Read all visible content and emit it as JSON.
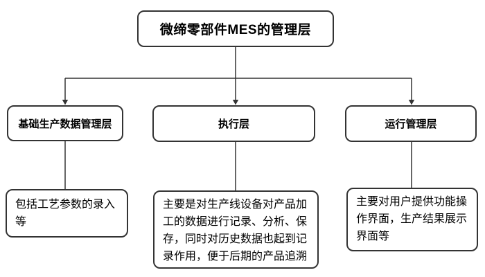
{
  "diagram": {
    "title": "微缔零部件MES的管理层",
    "columns": [
      {
        "header": "基础生产数据管理层",
        "detail": "包括工艺参数的录入等"
      },
      {
        "header": "执行层",
        "detail": "主要是对生产线设备对产品加工的数据进行记录、分析、保存，同时对历史数据也起到记录作用，便于后期的产品追溯"
      },
      {
        "header": "运行管理层",
        "detail": "主要对用户提供功能操作界面，生产结果展示界面等"
      }
    ],
    "colors": {
      "background": "#ffffff",
      "border": "#333333",
      "line": "#333333",
      "text": "#000000"
    }
  }
}
